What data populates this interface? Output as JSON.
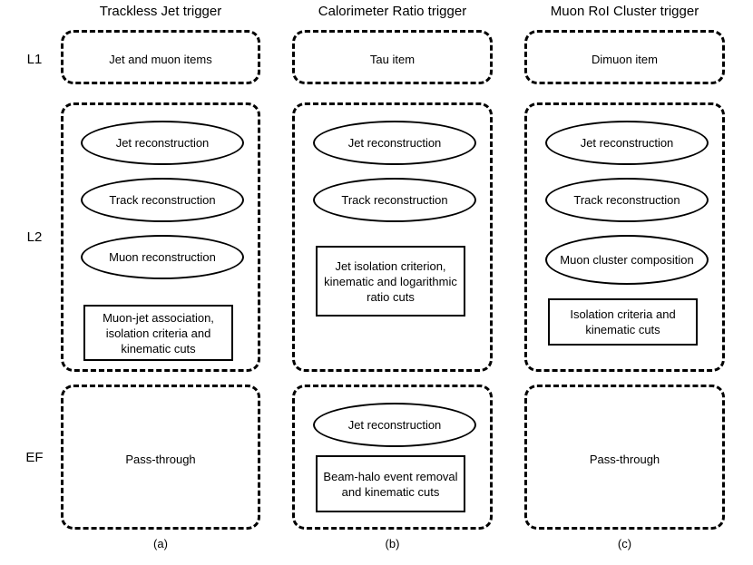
{
  "figure": {
    "rows": [
      {
        "key": "l1",
        "label": "L1"
      },
      {
        "key": "l2",
        "label": "L2"
      },
      {
        "key": "ef",
        "label": "EF"
      }
    ],
    "columns": [
      {
        "key": "a",
        "title": "Trackless Jet trigger",
        "footer": "(a)",
        "l1": {
          "text": "Jet and muon items"
        },
        "l2": {
          "ellipses": [
            "Jet reconstruction",
            "Track reconstruction",
            "Muon reconstruction"
          ],
          "rects": [
            "Muon-jet association, isolation criteria and kinematic cuts"
          ]
        },
        "ef": {
          "text": "Pass-through",
          "ellipses": [],
          "rects": []
        }
      },
      {
        "key": "b",
        "title": "Calorimeter Ratio trigger",
        "footer": "(b)",
        "l1": {
          "text": "Tau item"
        },
        "l2": {
          "ellipses": [
            "Jet reconstruction",
            "Track reconstruction"
          ],
          "rects": [
            "Jet isolation criterion, kinematic and logarithmic ratio cuts"
          ]
        },
        "ef": {
          "text": "",
          "ellipses": [
            "Jet reconstruction"
          ],
          "rects": [
            "Beam-halo event removal and kinematic cuts"
          ]
        }
      },
      {
        "key": "c",
        "title": "Muon RoI Cluster trigger",
        "footer": "(c)",
        "l1": {
          "text": "Dimuon item"
        },
        "l2": {
          "ellipses": [
            "Jet reconstruction",
            "Track reconstruction",
            "Muon cluster composition"
          ],
          "rects": [
            "Isolation criteria and kinematic cuts"
          ]
        },
        "ef": {
          "text": "Pass-through",
          "ellipses": [],
          "rects": []
        }
      }
    ],
    "colors": {
      "line": "#000000",
      "background": "#ffffff",
      "text": "#000000"
    }
  }
}
